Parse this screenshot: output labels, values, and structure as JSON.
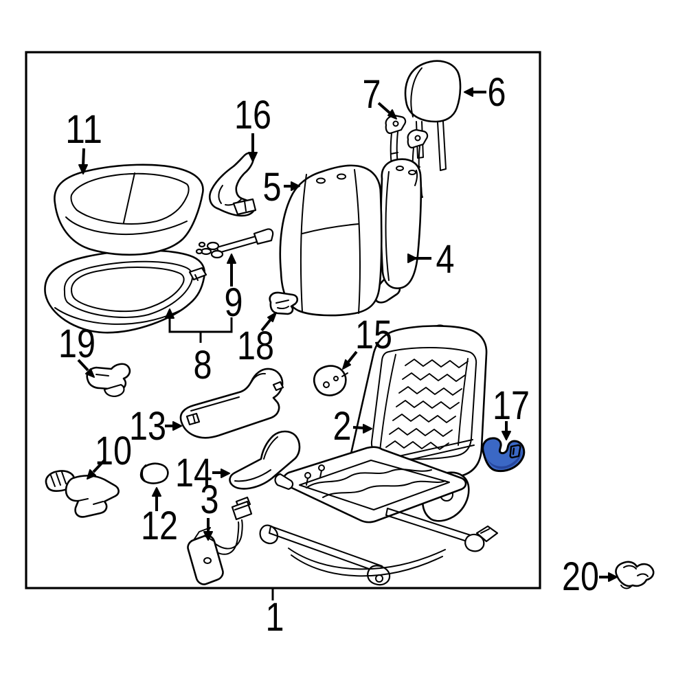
{
  "diagram": {
    "callouts": {
      "c1": "1",
      "c2": "2",
      "c3": "3",
      "c4": "4",
      "c5": "5",
      "c6": "6",
      "c7": "7",
      "c8": "8",
      "c9": "9",
      "c10": "10",
      "c11": "11",
      "c12": "12",
      "c13": "13",
      "c14": "14",
      "c15": "15",
      "c16": "16",
      "c17": "17",
      "c18": "18",
      "c19": "19",
      "c20": "20"
    },
    "highlighted_callout": "17",
    "colors": {
      "line": "#000000",
      "background": "#ffffff",
      "highlight_fill": "#3b68c5",
      "highlight_shade": "#27479e"
    }
  }
}
